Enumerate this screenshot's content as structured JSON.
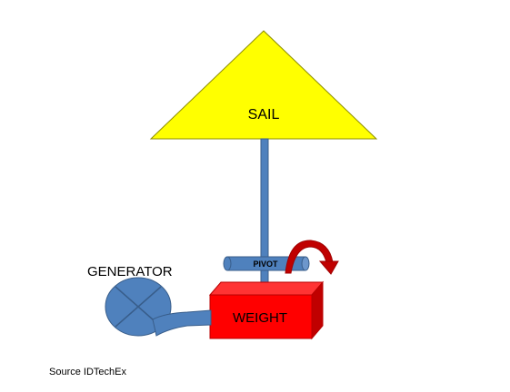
{
  "labels": {
    "sail": "SAIL",
    "pivot": "PIVOT",
    "weight": "WEIGHT",
    "generator": "GENERATOR"
  },
  "source": "Source IDTechEx",
  "colors": {
    "sail": "#ffff00",
    "mast": "#4f81bd",
    "weight": "#ff0000",
    "generator": "#4f81bd",
    "arrow": "#c00000"
  },
  "icons": {
    "rotation": "curved-arrow-icon"
  }
}
